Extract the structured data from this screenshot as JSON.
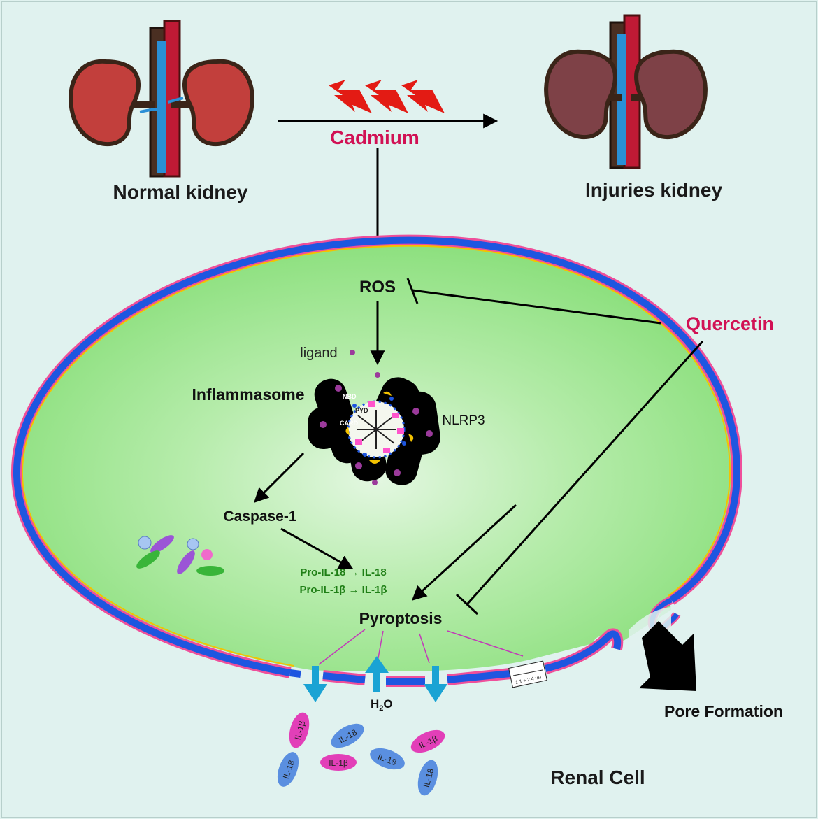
{
  "labels": {
    "normal_kidney": "Normal kidney",
    "injured_kidney": "Injuries kidney",
    "cadmium": "Cadmium",
    "ros": "ROS",
    "quercetin": "Quercetin",
    "ligand": "ligand",
    "inflammasome": "Inflammasome",
    "nlrp3": "NLRP3",
    "nbd": "NBD",
    "pyd": "PYD",
    "card": "CARD",
    "caspase1": "Caspase-1",
    "il18_conversion": "Pro-IL-18 → IL-18",
    "il1b_conversion": "Pro-IL-1β → IL-1β",
    "pyroptosis": "Pyroptosis",
    "h2o_main": "H",
    "h2o_sub": "2",
    "h2o_tail": "O",
    "pore_size": "1,1 ÷ 2,4 нм",
    "pore_formation": "Pore Formation",
    "renal_cell": "Renal Cell"
  },
  "cytokines": {
    "il1b": "IL-1β",
    "il18": "IL-18"
  },
  "colors": {
    "background": "#e0f2ef",
    "cell_fill": "#8ee27f",
    "membrane_blue": "#1e56e0",
    "membrane_pink": "#ef4f9a",
    "cadmium_text": "#d11154",
    "quercetin_text": "#d11154",
    "conversion_text": "#1f7f16",
    "lightning": "#e31b14",
    "kidney_normal": "#c23f3c",
    "kidney_injured": "#7e4147",
    "efflux_arrow": "#1aa3d4",
    "pyroptosis_lines": "#c23ab8",
    "il1b_fill": "#e23fb8",
    "il18_fill": "#5a8fe0"
  }
}
